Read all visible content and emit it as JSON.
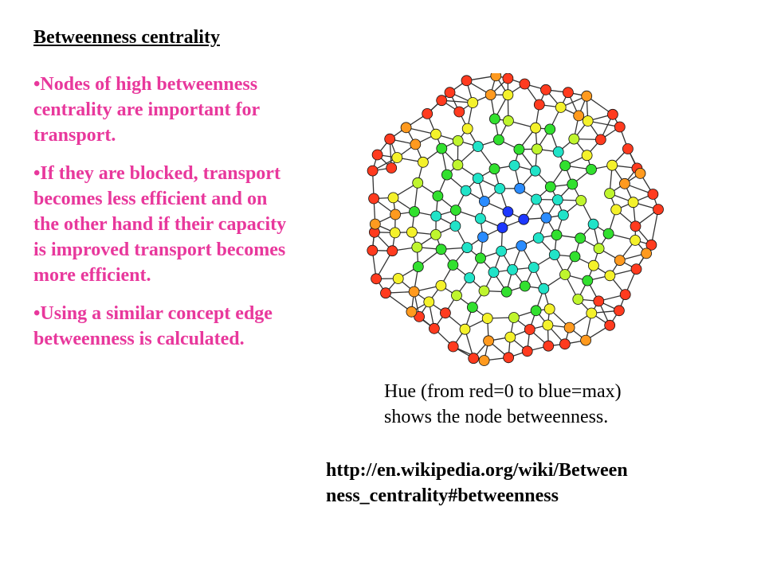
{
  "slide": {
    "title": "Betweenness centrality",
    "bullets": [
      "•Nodes of high betweenness centrality are important for transport.",
      "•If they are blocked, transport becomes less efficient and on the other hand if their capacity is improved transport becomes more efficient.",
      "•Using a similar concept edge betweenness is calculated."
    ],
    "caption": [
      "Hue (from red=0 to blue=max)",
      "shows the node betweenness."
    ],
    "link": [
      "http://en.wikipedia.org/wiki/Between",
      "ness_centrality#betweenness"
    ]
  },
  "graph": {
    "colors": {
      "red": "#ff3b1f",
      "orange": "#ff9a1f",
      "yellow": "#f4f12b",
      "yellowgreen": "#bff52e",
      "green": "#32e02f",
      "cyan": "#21e3c8",
      "blue": "#2a8cff",
      "deepblue": "#1d38ff",
      "edge": "#333333",
      "outline": "#111111"
    }
  }
}
